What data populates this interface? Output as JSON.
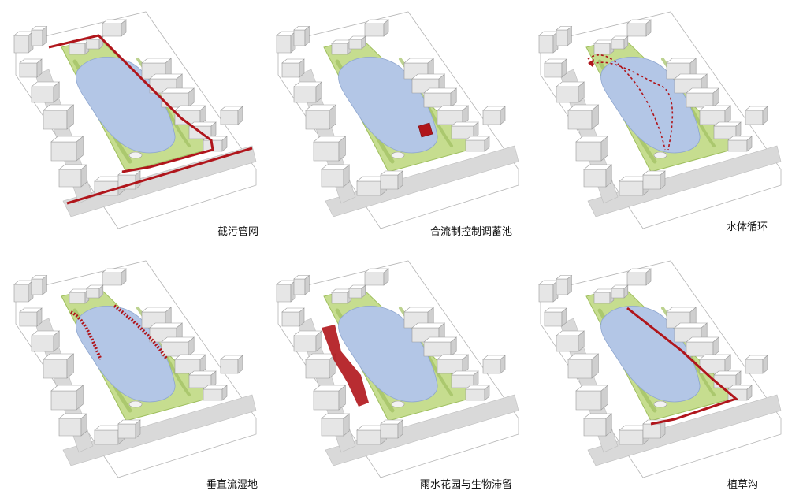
{
  "panels": [
    {
      "caption": "截污管网",
      "overlay": "sewer"
    },
    {
      "caption": "合流制控制调蓄池",
      "overlay": "tank"
    },
    {
      "caption": "水体循环",
      "overlay": "circulation"
    },
    {
      "caption": "垂直流湿地",
      "overlay": "wetland"
    },
    {
      "caption": "雨水花园与生物滞留",
      "overlay": "raingarden"
    },
    {
      "caption": "植草沟",
      "overlay": "swale"
    }
  ],
  "colors": {
    "lake": "#b3c6e6",
    "green": "#c6dd8f",
    "green_dark": "#9fbf5f",
    "building_top": "#ffffff",
    "building_side": "#e6e6e6",
    "building_dark": "#cfcfcf",
    "road": "#d9d9d9",
    "highlight": "#b0151b",
    "outline": "#9a9a9a"
  }
}
